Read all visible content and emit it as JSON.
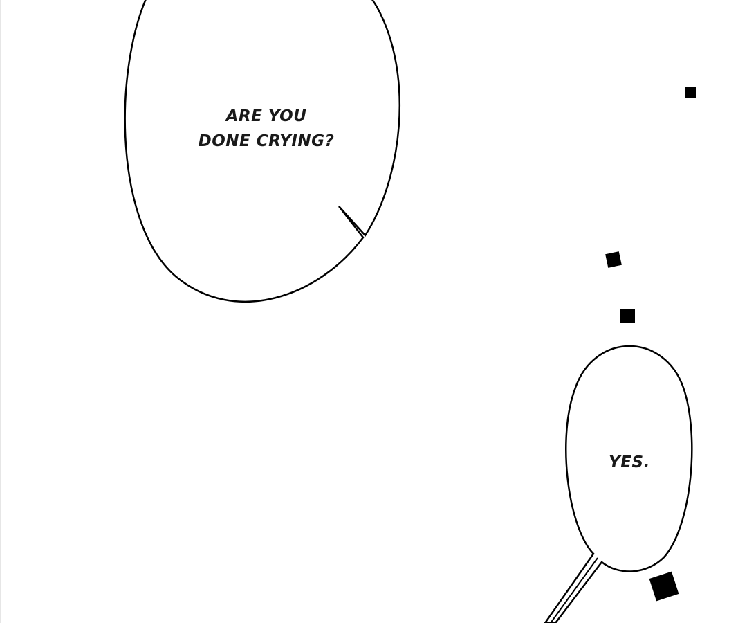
{
  "speech_bubbles": [
    {
      "lines": [
        "ARE YOU",
        "DONE CRYING?"
      ]
    },
    {
      "lines": [
        "YES."
      ]
    }
  ],
  "colors": {
    "background": "#ffffff",
    "ink": "#000000",
    "text": "#1a1a1a"
  }
}
